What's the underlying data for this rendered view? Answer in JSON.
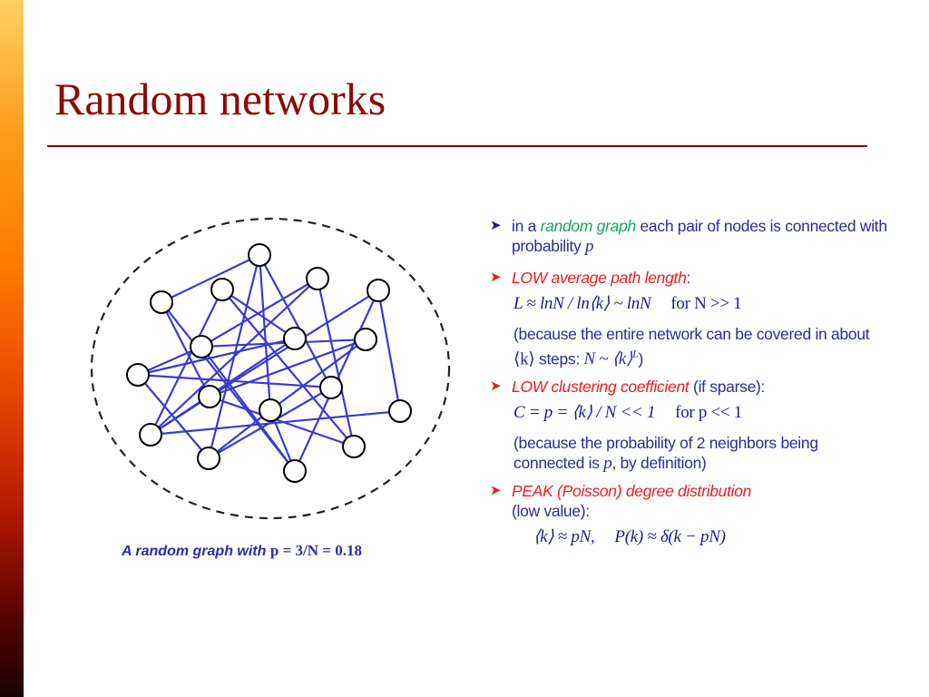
{
  "slide": {
    "title": "Random networks",
    "caption": {
      "prefix": "A random graph with ",
      "equation": "p = 3/N = 0.18"
    },
    "colors": {
      "title": "#8b0a0a",
      "body_text": "#2b2b9a",
      "highlight_red": "#ee1c1c",
      "highlight_green": "#1aa35a",
      "graph_edges": "#3a3ad0"
    }
  },
  "bullets": {
    "b1": {
      "pre": "in a ",
      "highlight": "random graph",
      "post": " each pair of nodes is connected with probability ",
      "var": "p"
    },
    "b2": {
      "highlight": "LOW average path length",
      "post": ":",
      "formula_main": "L ≈ lnN / ln⟨k⟩ ~ lnN",
      "formula_cond": "for N >> 1",
      "note_main": "(because the entire network can be covered in about ",
      "note_math": "⟨k⟩",
      "note_steps": " steps: ",
      "note_eq": "N ~ ⟨k⟩",
      "note_sup": "L",
      "note_close": ")"
    },
    "b3": {
      "highlight": "LOW clustering coefficient",
      "post": " (if sparse):",
      "formula_main": "C = p = ⟨k⟩ / N << 1",
      "formula_cond": "for p << 1",
      "note_main": "(because the probability of 2 neighbors being connected is ",
      "note_var": "p",
      "note_tail": ", by definition)"
    },
    "b4": {
      "highlight": "PEAK (Poisson) degree distribution",
      "post": "(low value):",
      "formula_left": "⟨k⟩ ≈ pN,",
      "formula_right": "P(k) ≈ δ(k − pN)"
    }
  },
  "graph": {
    "node_count": 17,
    "edge_color": "#3a3ad0",
    "node_fill": "#ffffff",
    "node_stroke": "#000000"
  }
}
